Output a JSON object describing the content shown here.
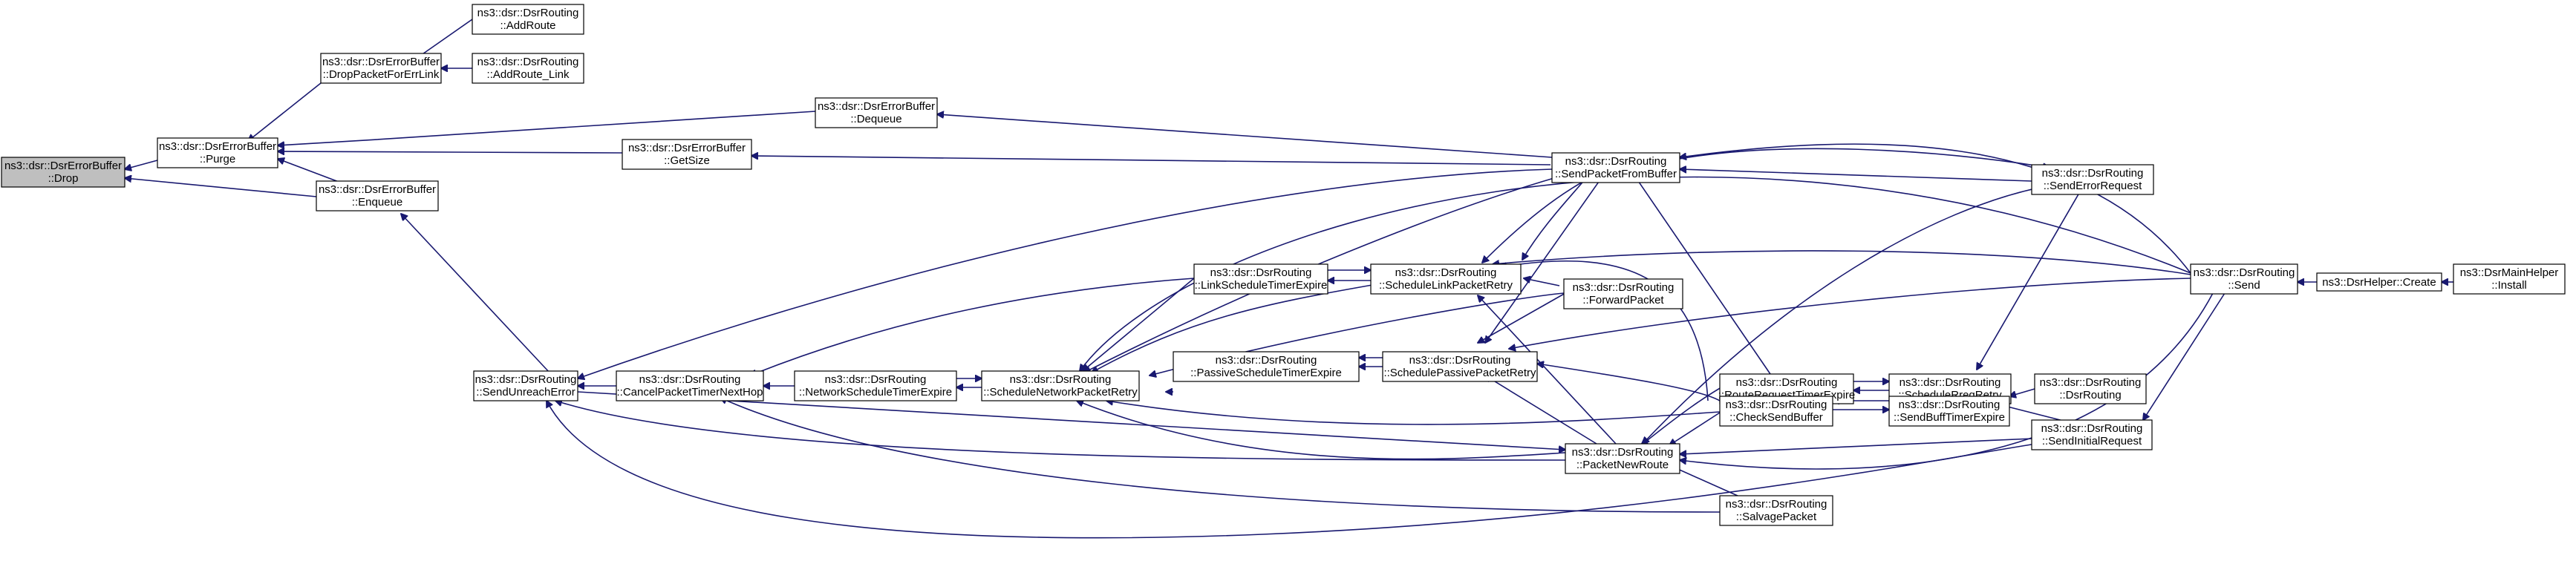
{
  "graph": {
    "root_color": "#bfbfbf",
    "edge_color": "#191970",
    "nodes": [
      {
        "id": "drop",
        "line1": "ns3::dsr::DsrErrorBuffer",
        "line2": "::Drop",
        "root": true
      },
      {
        "id": "purge",
        "line1": "ns3::dsr::DsrErrorBuffer",
        "line2": "::Purge"
      },
      {
        "id": "dropErr",
        "line1": "ns3::dsr::DsrErrorBuffer",
        "line2": "::DropPacketForErrLink"
      },
      {
        "id": "addRoute",
        "line1": "ns3::dsr::DsrRouting",
        "line2": "::AddRoute"
      },
      {
        "id": "addRouteLink",
        "line1": "ns3::dsr::DsrRouting",
        "line2": "::AddRoute_Link"
      },
      {
        "id": "dequeue",
        "line1": "ns3::dsr::DsrErrorBuffer",
        "line2": "::Dequeue"
      },
      {
        "id": "getSize",
        "line1": "ns3::dsr::DsrErrorBuffer",
        "line2": "::GetSize"
      },
      {
        "id": "enqueue",
        "line1": "ns3::dsr::DsrErrorBuffer",
        "line2": "::Enqueue"
      },
      {
        "id": "sendUnreach",
        "line1": "ns3::dsr::DsrRouting",
        "line2": "::SendUnreachError"
      },
      {
        "id": "cancel",
        "line1": "ns3::dsr::DsrRouting",
        "line2": "::CancelPacketTimerNextHop"
      },
      {
        "id": "netSched",
        "line1": "ns3::dsr::DsrRouting",
        "line2": "::NetworkScheduleTimerExpire"
      },
      {
        "id": "schedNet",
        "line1": "ns3::dsr::DsrRouting",
        "line2": "::ScheduleNetworkPacketRetry"
      },
      {
        "id": "linkSched",
        "line1": "ns3::dsr::DsrRouting",
        "line2": "::LinkScheduleTimerExpire"
      },
      {
        "id": "passSched",
        "line1": "ns3::dsr::DsrRouting",
        "line2": "::PassiveScheduleTimerExpire"
      },
      {
        "id": "schedLink",
        "line1": "ns3::dsr::DsrRouting",
        "line2": "::ScheduleLinkPacketRetry"
      },
      {
        "id": "schedPass",
        "line1": "ns3::dsr::DsrRouting",
        "line2": "::SchedulePassivePacketRetry"
      },
      {
        "id": "sendPFB",
        "line1": "ns3::dsr::DsrRouting",
        "line2": "::SendPacketFromBuffer"
      },
      {
        "id": "forward",
        "line1": "ns3::dsr::DsrRouting",
        "line2": "::ForwardPacket"
      },
      {
        "id": "packetNew",
        "line1": "ns3::dsr::DsrRouting",
        "line2": "::PacketNewRoute"
      },
      {
        "id": "rreqExpire",
        "line1": "ns3::dsr::DsrRouting",
        "line2": "::RouteRequestTimerExpire"
      },
      {
        "id": "checkSend",
        "line1": "ns3::dsr::DsrRouting",
        "line2": "::CheckSendBuffer"
      },
      {
        "id": "salvage",
        "line1": "ns3::dsr::DsrRouting",
        "line2": "::SalvagePacket"
      },
      {
        "id": "sendErrReq",
        "line1": "ns3::dsr::DsrRouting",
        "line2": "::SendErrorRequest"
      },
      {
        "id": "schedRreq",
        "line1": "ns3::dsr::DsrRouting",
        "line2": "::ScheduleRreqRetry"
      },
      {
        "id": "sendBuff",
        "line1": "ns3::dsr::DsrRouting",
        "line2": "::SendBuffTimerExpire"
      },
      {
        "id": "sendInit",
        "line1": "ns3::dsr::DsrRouting",
        "line2": "::SendInitialRequest"
      },
      {
        "id": "dsrRouting",
        "line1": "ns3::dsr::DsrRouting",
        "line2": "::DsrRouting"
      },
      {
        "id": "send",
        "line1": "ns3::dsr::DsrRouting",
        "line2": "::Send"
      },
      {
        "id": "helperCreate",
        "line1": "ns3::DsrHelper::Create",
        "line2": ""
      },
      {
        "id": "install",
        "line1": "ns3::DsrMainHelper",
        "line2": "::Install"
      }
    ]
  }
}
